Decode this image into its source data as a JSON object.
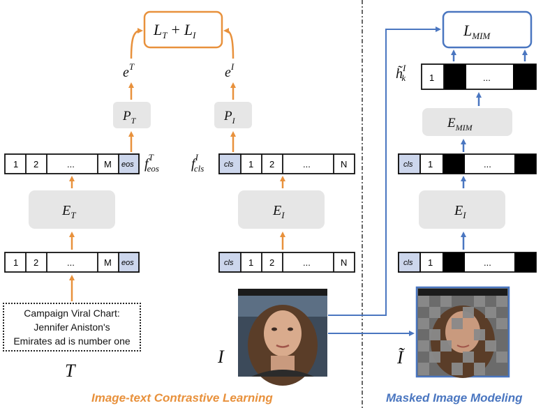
{
  "loss_itc": {
    "lhs": "L",
    "lhs_sub": "T",
    "plus": "+",
    "rhs": "L",
    "rhs_sub": "I"
  },
  "loss_mim": {
    "base": "L",
    "sub": "MIM"
  },
  "text_embedding": {
    "base": "e",
    "sup": "T"
  },
  "image_embedding": {
    "base": "e",
    "sup": "I"
  },
  "text_projector": {
    "base": "P",
    "sub": "T"
  },
  "image_projector": {
    "base": "P",
    "sub": "I"
  },
  "text_encoder": {
    "base": "E",
    "sub": "T"
  },
  "image_encoder": {
    "base": "E",
    "sub": "I"
  },
  "mim_encoder": {
    "base": "E",
    "sub": "MIM"
  },
  "mim_image_encoder": {
    "base": "E",
    "sub": "I"
  },
  "f_eos": {
    "base": "f",
    "sup": "T",
    "sub": "eos"
  },
  "f_cls": {
    "base": "f",
    "sup": "I",
    "sub": "cls"
  },
  "h_tilde": {
    "base": "h̃",
    "sup": "I",
    "sub": "k"
  },
  "text_tokens": [
    "1",
    "2",
    "...",
    "M",
    "eos"
  ],
  "image_tokens": [
    "cls",
    "1",
    "2",
    "...",
    "N"
  ],
  "masked_out_tokens": [
    "1",
    "..."
  ],
  "masked_in_tokens": [
    "cls",
    "1",
    "..."
  ],
  "text_input": [
    "Campaign Viral Chart:",
    "Jennifer Aniston's",
    "Emirates ad is number one"
  ],
  "text_symbol": "T",
  "image_symbol": "I",
  "masked_image_symbol": "Ĩ",
  "captions": {
    "left": "Image-text Contrastive Learning",
    "right": "Masked Image Modeling"
  },
  "colors": {
    "orange": "#e8913c",
    "blue": "#4a76c0",
    "highlight": "#ccd6ec",
    "module": "#e6e6e6"
  }
}
